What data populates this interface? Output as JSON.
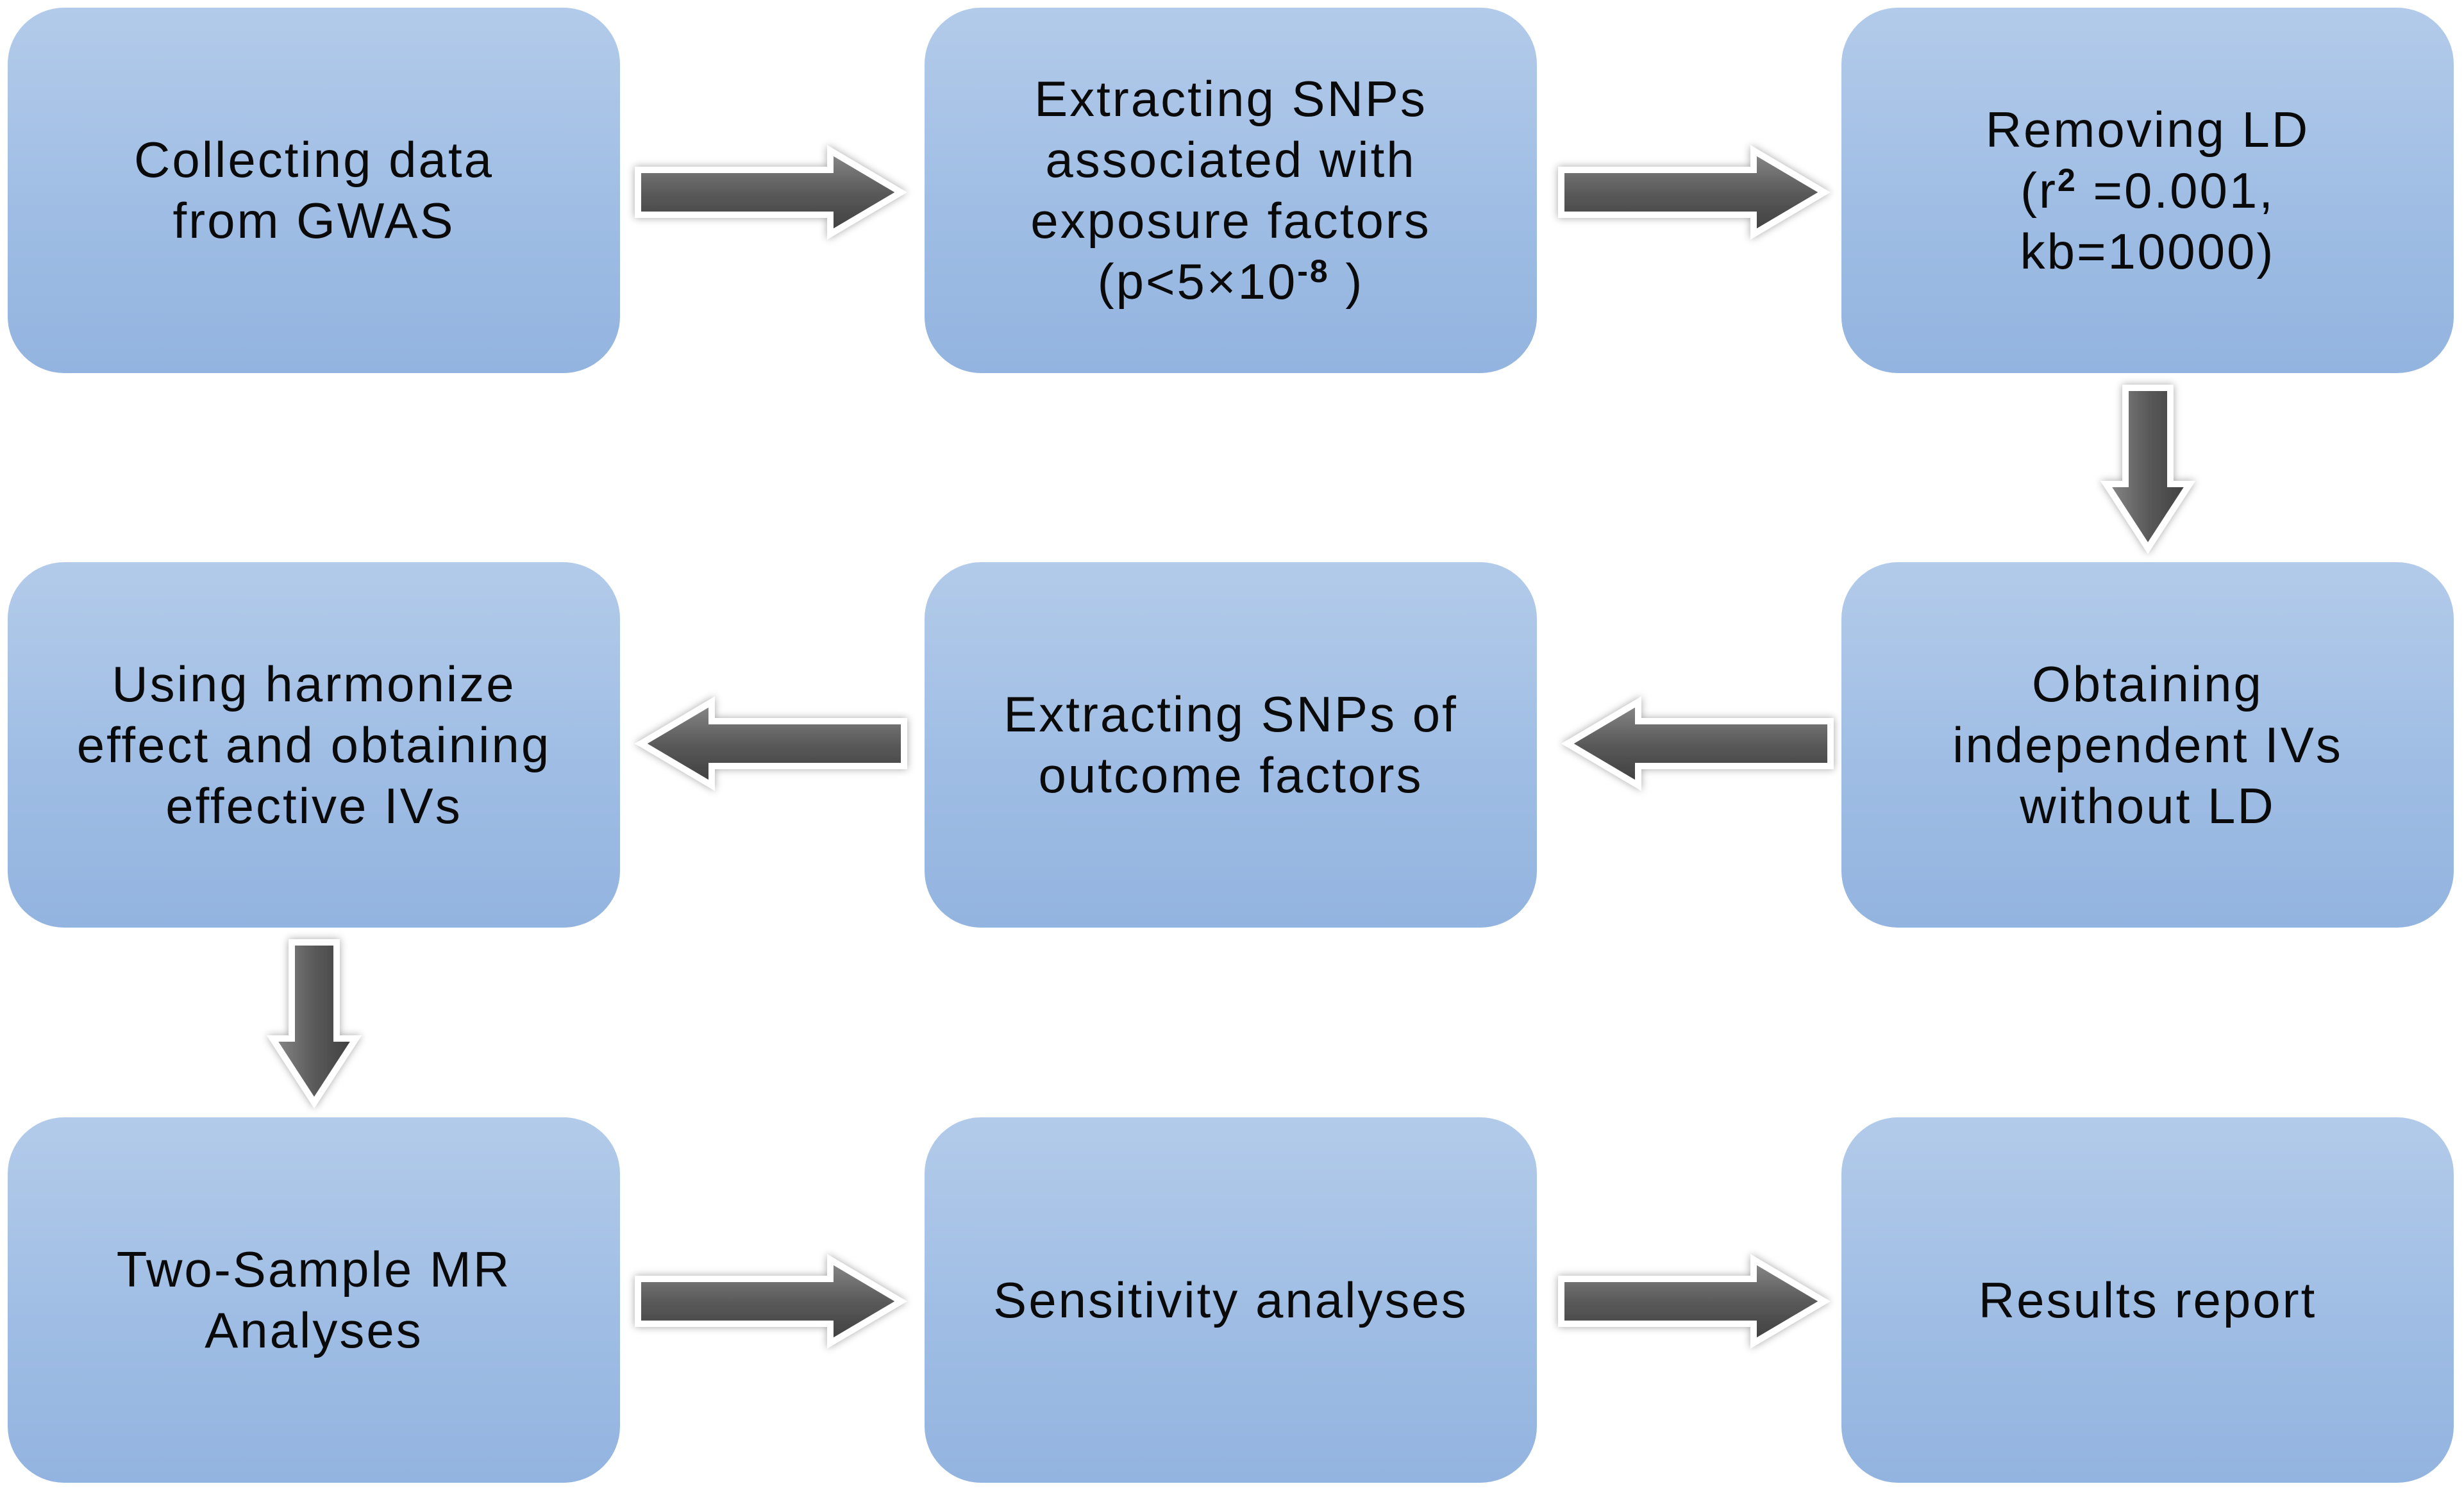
{
  "steps": [
    {
      "id": "collecting-data",
      "lines": [
        "Collecting data",
        "from GWAS"
      ]
    },
    {
      "id": "extracting-snps-exposure",
      "lines": [
        "Extracting SNPs",
        "associated with",
        "exposure factors"
      ],
      "p_prefix": "(p<5×10",
      "p_exp": "-8",
      "p_suffix": " )"
    },
    {
      "id": "removing-ld",
      "lines": [
        "Removing LD"
      ],
      "r_prefix": "(r",
      "r_exp": "2",
      "r_suffix": " =0.001,",
      "kb_line": "kb=10000)"
    },
    {
      "id": "obtaining-independent-ivs",
      "lines": [
        "Obtaining",
        "independent IVs",
        "without LD"
      ]
    },
    {
      "id": "extracting-snps-outcome",
      "lines": [
        "Extracting SNPs of",
        "outcome factors"
      ]
    },
    {
      "id": "harmonize-effect",
      "lines": [
        "Using harmonize",
        "effect and obtaining",
        "effective IVs"
      ]
    },
    {
      "id": "two-sample-mr",
      "lines": [
        "Two-Sample MR",
        "Analyses"
      ]
    },
    {
      "id": "sensitivity-analyses",
      "lines": [
        "Sensitivity analyses"
      ]
    },
    {
      "id": "results-report",
      "lines": [
        "Results report"
      ]
    }
  ],
  "arrows": [
    {
      "name": "arrow-collecting-to-extracting",
      "direction": "right"
    },
    {
      "name": "arrow-extracting-to-removing",
      "direction": "right"
    },
    {
      "name": "arrow-removing-to-obtaining",
      "direction": "down"
    },
    {
      "name": "arrow-obtaining-to-outcome",
      "direction": "left"
    },
    {
      "name": "arrow-outcome-to-harmonize",
      "direction": "left"
    },
    {
      "name": "arrow-harmonize-to-mr",
      "direction": "down"
    },
    {
      "name": "arrow-mr-to-sensitivity",
      "direction": "right"
    },
    {
      "name": "arrow-sensitivity-to-results",
      "direction": "right"
    }
  ],
  "colors": {
    "box_top": "#b3cbea",
    "box_bottom": "#93b4e0",
    "arrow_fill": "#5d5d5d",
    "arrow_outline": "#ffffff"
  }
}
